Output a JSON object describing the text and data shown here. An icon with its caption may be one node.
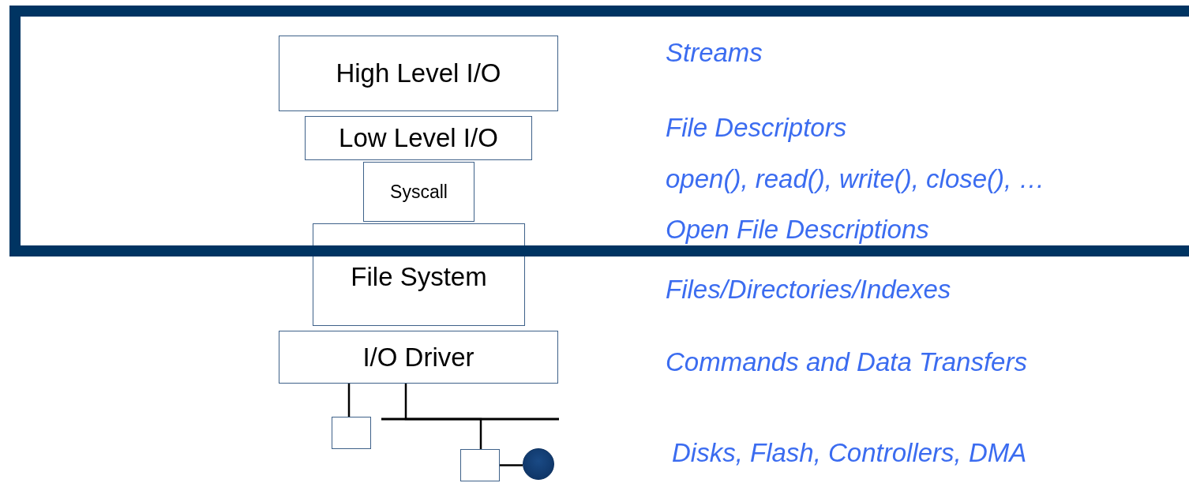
{
  "diagram": {
    "nodes": [
      {
        "text": [
          "High Level I/O"
        ]
      },
      {
        "text": [
          "Low Level I/O"
        ]
      },
      {
        "text": [
          "Syscall"
        ]
      },
      {
        "text": [
          "File System"
        ]
      },
      {
        "text": [
          "I/O Driver"
        ]
      },
      {
        "text": [],
        "shape": "box"
      },
      {
        "text": [],
        "shape": "box"
      },
      {
        "text": [],
        "shape": "circle"
      }
    ],
    "edges": [
      {
        "from": 4,
        "to": 5,
        "arrow": "none"
      },
      {
        "from": 4,
        "to": 6,
        "arrow": "none"
      },
      {
        "from": 6,
        "to": 7,
        "arrow": "none"
      }
    ],
    "labels": [
      "Streams",
      "File Descriptors",
      "open(), read(), write(), close(), …",
      "Open File Descriptions",
      "Files/Directories/Indexes",
      "Commands and Data Transfers",
      "Disks, Flash, Controllers, DMA"
    ]
  }
}
